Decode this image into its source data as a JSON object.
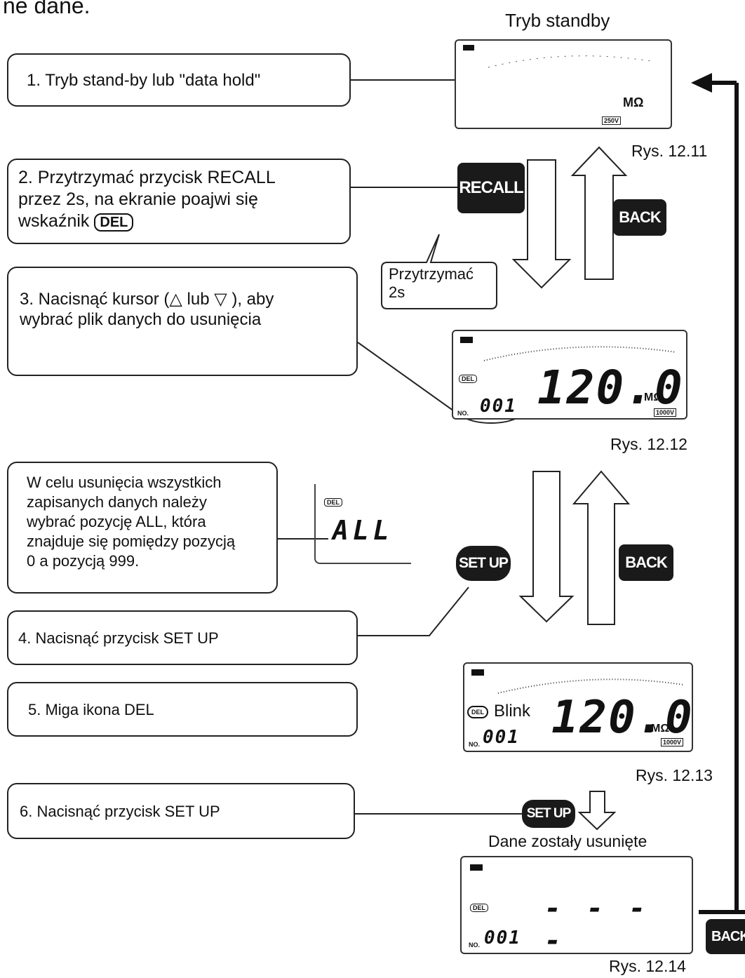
{
  "header_fragment": "ne dane.",
  "standby_title": "Tryb standby",
  "steps": {
    "s1": "1. Tryb stand-by lub \"data hold\"",
    "s2a": "2. Przytrzymać przycisk RECALL",
    "s2b": "przez 2s, na ekranie poajwi się",
    "s2c": "wskaźnik",
    "s3a": "3. Nacisnąć kursor (△ lub ▽ ), aby",
    "s3b": "wybrać plik danych do usunięcia",
    "note_a": "W celu usunięcia wszystkich",
    "note_b": "zapisanych danych należy",
    "note_c": "wybrać pozycję ALL, która",
    "note_d": "znajduje się pomiędzy pozycją",
    "note_e": "0 a pozycją 999.",
    "s4": "4. Nacisnąć przycisk SET UP",
    "s5": "5. Miga ikona DEL",
    "s6": "6. Nacisnąć przycisk SET UP"
  },
  "del_badge": "DEL",
  "bubble": {
    "line1": "Przytrzymać",
    "line2": "2s"
  },
  "buttons": {
    "recall": "RECALL",
    "back": "BACK",
    "setup": "SET UP",
    "back_cut": "BACK"
  },
  "captions": {
    "rys1211": "Rys. 12.11",
    "rys1212": "Rys. 12.12",
    "rys1213": "Rys. 12.13",
    "rys1214": "Rys. 12.14",
    "deleted": "Dane zostały usunięte"
  },
  "displays": {
    "standby": {
      "unit": "MΩ",
      "range": "250V"
    },
    "fig1212": {
      "reading": "120.0",
      "unit": "MΩ",
      "record": "001",
      "range": "1000V",
      "del": "DEL",
      "no": "NO."
    },
    "all": {
      "del": "DEL",
      "text": "ALL"
    },
    "fig1213": {
      "reading": "120.0",
      "unit": "MΩ",
      "record": "001",
      "range": "1000V",
      "del": "DEL",
      "blink": "Blink",
      "no": "NO."
    },
    "fig1214": {
      "dashes": "- - - -",
      "record": "001",
      "del": "DEL",
      "no": "NO."
    }
  }
}
